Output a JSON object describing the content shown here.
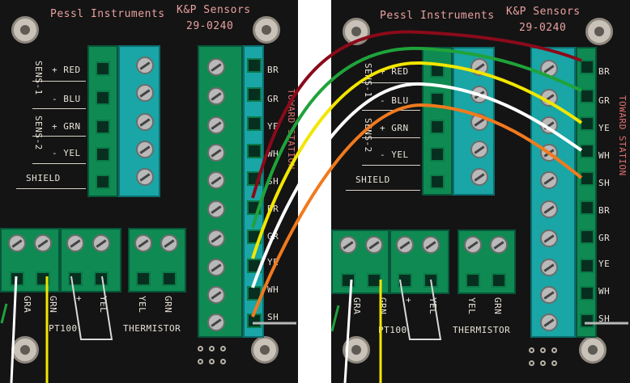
{
  "left_board": {
    "brand": "Pessl Instruments",
    "maker": "K&P Sensors",
    "part": "29-0240",
    "sens1": "SENS-1",
    "sens2": "SENS-2",
    "pins": [
      "+ RED",
      "- BLU",
      "+ GRN",
      "- YEL",
      "SHIELD"
    ],
    "station_pins": [
      "BR",
      "GR",
      "YE",
      "WH",
      "SH"
    ],
    "station_label": "TOWARD STATION",
    "pt100": "PT100",
    "pt100_pins": [
      "GRA",
      "GRN",
      "+",
      "YEL"
    ],
    "thermistor": "THERMISTOR",
    "thermistor_pins": [
      "YEL",
      "GRN"
    ]
  },
  "right_board": {
    "brand": "Pessl Instruments",
    "maker": "K&P Sensors",
    "part": "29-0240",
    "sens1": "SENS-1",
    "sens2": "SENS-2",
    "pins": [
      "+ RED",
      "- BLU",
      "+ GRN",
      "- YEL",
      "SHIELD"
    ],
    "station_pins": [
      "BR",
      "GR",
      "YE",
      "WH",
      "SH"
    ],
    "station_label": "TOWARD STATION",
    "pt100": "PT100",
    "pt100_pins": [
      "GRA",
      "GRN",
      "+",
      "YEL"
    ],
    "thermistor": "THERMISTOR",
    "thermistor_pins": [
      "YEL",
      "GRN"
    ]
  },
  "wire_colors": {
    "brown": "#8b0a1a",
    "green": "#1fa33a",
    "yellow": "#f2e600",
    "white": "#ffffff",
    "shield": "#f07a1e"
  }
}
